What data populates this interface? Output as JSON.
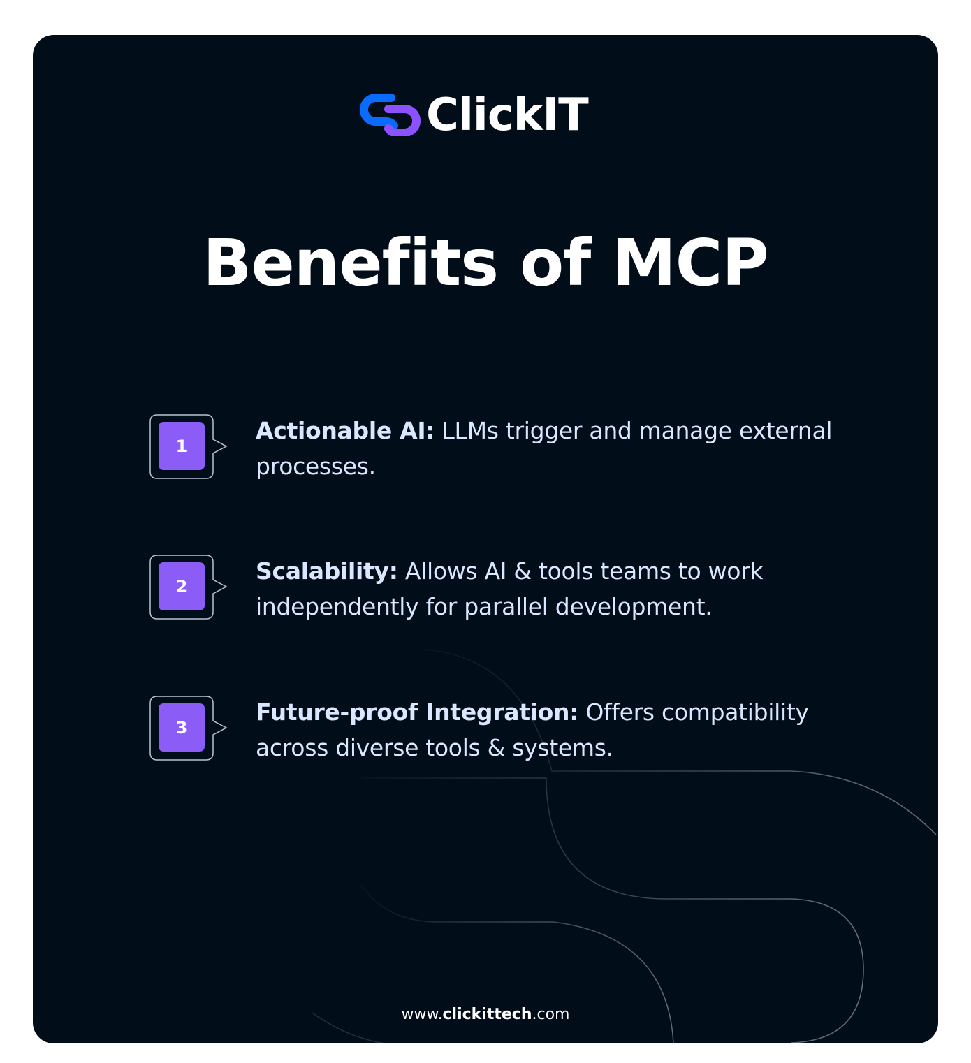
{
  "brand": {
    "name": "ClickIT",
    "icon": "link-chain-icon",
    "colors": {
      "icon_blue": "#0a6cff",
      "icon_purple": "#8c52ff",
      "text": "#ffffff"
    }
  },
  "page": {
    "title": "Benefits of MCP",
    "background": "#020d1a",
    "text_color": "#dbe6ff",
    "accent": "#8b5cf6"
  },
  "benefits": [
    {
      "number": "1",
      "lead": "Actionable AI:",
      "text": " LLMs trigger and manage external processes."
    },
    {
      "number": "2",
      "lead": "Scalability:",
      "text": " Allows AI & tools teams to work independently for parallel development."
    },
    {
      "number": "3",
      "lead": "Future-proof Integration:",
      "text": " Offers compatibility across diverse tools & systems."
    }
  ],
  "footer": {
    "prefix": "www.",
    "domain": "clickittech",
    "suffix": ".com"
  }
}
